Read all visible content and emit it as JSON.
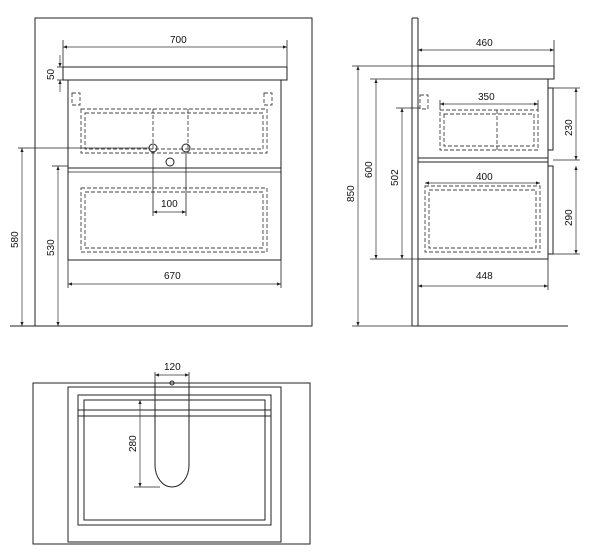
{
  "front_view": {
    "width_total": "700",
    "top_thickness": "50",
    "height_overall": "580",
    "height_body": "530",
    "width_body": "670",
    "tap_spacing": "100"
  },
  "side_view": {
    "depth_top": "460",
    "drawer_upper_depth": "350",
    "drawer_lower_depth": "400",
    "depth_body": "448",
    "height_from_floor": "850",
    "height_600": "600",
    "height_502": "502",
    "drawer_upper_height": "230",
    "drawer_lower_height": "290"
  },
  "top_view": {
    "cutout_width": "120",
    "cutout_depth": "280"
  }
}
